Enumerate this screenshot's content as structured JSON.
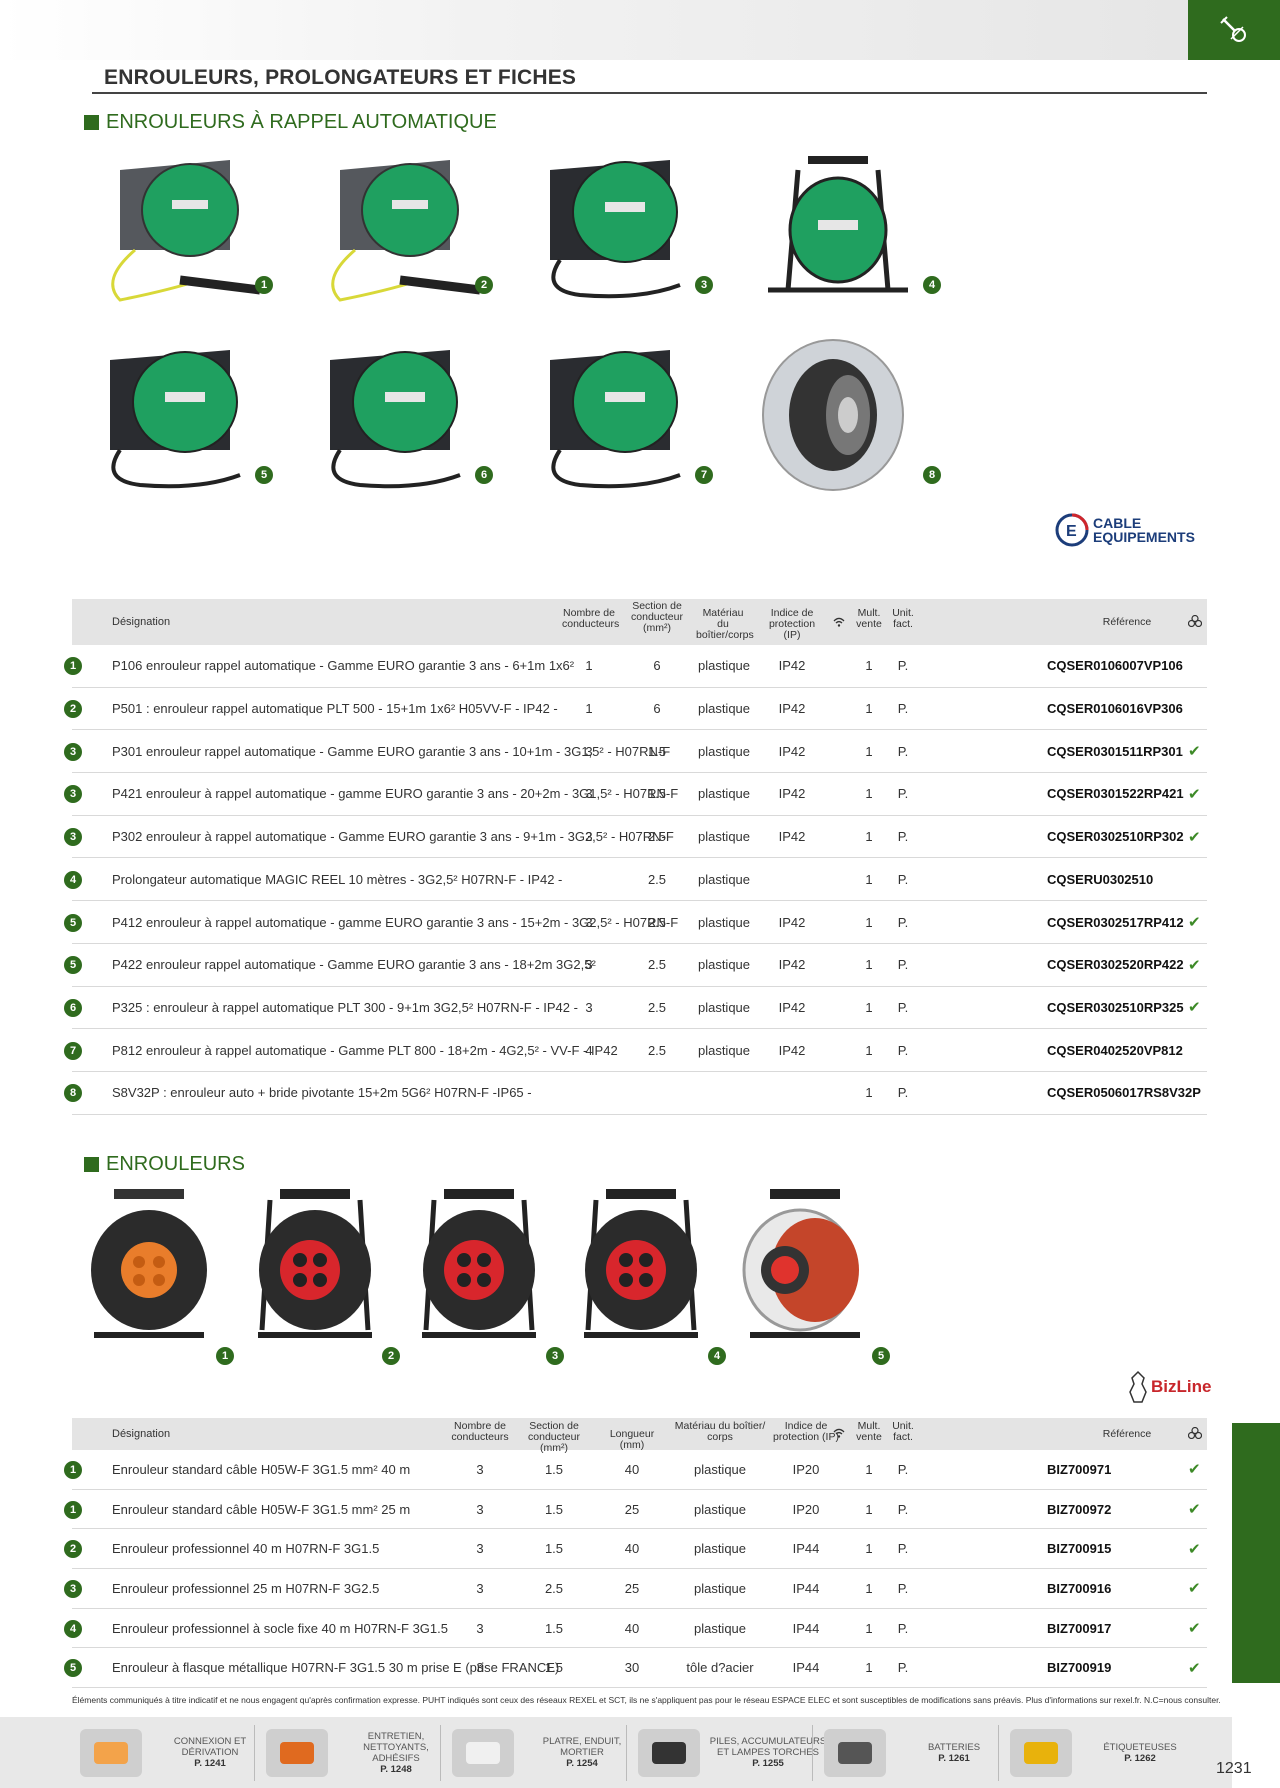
{
  "page": {
    "title": "ENROULEURS, PROLONGATEURS ET FICHES",
    "number": "1231"
  },
  "section1": {
    "heading": "ENROULEURS À RAPPEL AUTOMATIQUE",
    "brand": {
      "line1": "CABLE",
      "line2": "EQUIPEMENTS"
    },
    "images": [
      {
        "num": "1",
        "icon": "reel-with-clamp-icon"
      },
      {
        "num": "2",
        "icon": "reel-with-clamp-icon"
      },
      {
        "num": "3",
        "icon": "reel-with-plug-icon"
      },
      {
        "num": "4",
        "icon": "reel-on-stand-icon"
      },
      {
        "num": "5",
        "icon": "reel-with-plug-icon"
      },
      {
        "num": "6",
        "icon": "reel-with-plug-icon"
      },
      {
        "num": "7",
        "icon": "reel-with-plug-icon"
      },
      {
        "num": "8",
        "icon": "metal-reel-icon"
      }
    ],
    "headers": {
      "designation": "Désignation",
      "conducteurs": "Nombre de conducteurs",
      "section": "Section de conducteur (mm²)",
      "materiau": "Matériau du boîtier/corps",
      "indice": "Indice de protection (IP)",
      "mult": "Mult. vente",
      "unit": "Unit. fact.",
      "reference": "Référence"
    },
    "rows": [
      {
        "num": "1",
        "designation": "P106 enrouleur rappel automatique - Gamme EURO garantie 3 ans - 6+1m 1x6²",
        "conducteurs": "1",
        "section": "6",
        "materiau": "plastique",
        "indice": "IP42",
        "mult": "1",
        "unit": "P.",
        "reference": "CQSER0106007VP106",
        "check": ""
      },
      {
        "num": "2",
        "designation": "P501 : enrouleur rappel automatique PLT 500 - 15+1m 1x6² H05VV-F - IP42 -",
        "conducteurs": "1",
        "section": "6",
        "materiau": "plastique",
        "indice": "IP42",
        "mult": "1",
        "unit": "P.",
        "reference": "CQSER0106016VP306",
        "check": ""
      },
      {
        "num": "3",
        "designation": "P301 enrouleur rappel automatique - Gamme EURO garantie 3 ans - 10+1m - 3G1,5² - H07RN-F",
        "conducteurs": "3",
        "section": "1.5",
        "materiau": "plastique",
        "indice": "IP42",
        "mult": "1",
        "unit": "P.",
        "reference": "CQSER0301511RP301",
        "check": "✔"
      },
      {
        "num": "3",
        "designation": "P421 enrouleur à rappel automatique - gamme EURO garantie 3 ans - 20+2m - 3G1,5² - H07RN-F",
        "conducteurs": "3",
        "section": "1.5",
        "materiau": "plastique",
        "indice": "IP42",
        "mult": "1",
        "unit": "P.",
        "reference": "CQSER0301522RP421",
        "check": "✔"
      },
      {
        "num": "3",
        "designation": "P302 enrouleur à rappel automatique - Gamme EURO garantie 3 ans - 9+1m - 3G2,5² - H07RN-F",
        "conducteurs": "3",
        "section": "2.5",
        "materiau": "plastique",
        "indice": "IP42",
        "mult": "1",
        "unit": "P.",
        "reference": "CQSER0302510RP302",
        "check": "✔"
      },
      {
        "num": "4",
        "designation": "Prolongateur automatique MAGIC REEL 10 mètres - 3G2,5² H07RN-F - IP42 -",
        "conducteurs": "",
        "section": "2.5",
        "materiau": "plastique",
        "indice": "",
        "mult": "1",
        "unit": "P.",
        "reference": "CQSERU0302510",
        "check": ""
      },
      {
        "num": "5",
        "designation": "P412 enrouleur à rappel automatique - gamme EURO garantie 3 ans - 15+2m - 3G2,5² - H07RN-F",
        "conducteurs": "3",
        "section": "2.5",
        "materiau": "plastique",
        "indice": "IP42",
        "mult": "1",
        "unit": "P.",
        "reference": "CQSER0302517RP412",
        "check": "✔"
      },
      {
        "num": "5",
        "designation": "P422 enrouleur rappel automatique - Gamme EURO garantie 3 ans - 18+2m 3G2,5²",
        "conducteurs": "3",
        "section": "2.5",
        "materiau": "plastique",
        "indice": "IP42",
        "mult": "1",
        "unit": "P.",
        "reference": "CQSER0302520RP422",
        "check": "✔"
      },
      {
        "num": "6",
        "designation": "P325 : enrouleur à rappel automatique PLT 300 - 9+1m 3G2,5² H07RN-F - IP42 -",
        "conducteurs": "3",
        "section": "2.5",
        "materiau": "plastique",
        "indice": "IP42",
        "mult": "1",
        "unit": "P.",
        "reference": "CQSER0302510RP325",
        "check": "✔"
      },
      {
        "num": "7",
        "designation": "P812 enrouleur à rappel automatique - Gamme PLT 800 - 18+2m - 4G2,5² - VV-F - IP42",
        "conducteurs": "4",
        "section": "2.5",
        "materiau": "plastique",
        "indice": "IP42",
        "mult": "1",
        "unit": "P.",
        "reference": "CQSER0402520VP812",
        "check": ""
      },
      {
        "num": "8",
        "designation": "S8V32P : enrouleur auto + bride pivotante 15+2m 5G6² H07RN-F -IP65 -",
        "conducteurs": "",
        "section": "",
        "materiau": "",
        "indice": "",
        "mult": "1",
        "unit": "P.",
        "reference": "CQSER0506017RS8V32P",
        "check": ""
      }
    ]
  },
  "section2": {
    "heading": "ENROULEURS",
    "brand": {
      "name": "BizLine"
    },
    "images": [
      {
        "num": "1",
        "icon": "orange-socket-reel-icon"
      },
      {
        "num": "2",
        "icon": "red-socket-reel-icon"
      },
      {
        "num": "3",
        "icon": "red-socket-reel-icon"
      },
      {
        "num": "4",
        "icon": "red-socket-reel-icon"
      },
      {
        "num": "5",
        "icon": "metal-flange-reel-icon"
      }
    ],
    "headers": {
      "designation": "Désignation",
      "conducteurs": "Nombre de conducteurs",
      "section": "Section de conducteur (mm²)",
      "longueur": "Longueur (mm)",
      "materiau": "Matériau du boîtier/ corps",
      "indice": "Indice de protection (IP)",
      "mult": "Mult. vente",
      "unit": "Unit. fact.",
      "reference": "Référence"
    },
    "rows": [
      {
        "num": "1",
        "designation": "Enrouleur standard câble H05W-F 3G1.5 mm² 40 m",
        "conducteurs": "3",
        "section": "1.5",
        "longueur": "40",
        "materiau": "plastique",
        "indice": "IP20",
        "mult": "1",
        "unit": "P.",
        "reference": "BIZ700971",
        "check": "✔"
      },
      {
        "num": "1",
        "designation": "Enrouleur standard câble H05W-F 3G1.5 mm² 25 m",
        "conducteurs": "3",
        "section": "1.5",
        "longueur": "25",
        "materiau": "plastique",
        "indice": "IP20",
        "mult": "1",
        "unit": "P.",
        "reference": "BIZ700972",
        "check": "✔"
      },
      {
        "num": "2",
        "designation": "Enrouleur professionnel 40 m H07RN-F 3G1.5",
        "conducteurs": "3",
        "section": "1.5",
        "longueur": "40",
        "materiau": "plastique",
        "indice": "IP44",
        "mult": "1",
        "unit": "P.",
        "reference": "BIZ700915",
        "check": "✔"
      },
      {
        "num": "3",
        "designation": "Enrouleur professionnel 25 m H07RN-F 3G2.5",
        "conducteurs": "3",
        "section": "2.5",
        "longueur": "25",
        "materiau": "plastique",
        "indice": "IP44",
        "mult": "1",
        "unit": "P.",
        "reference": "BIZ700916",
        "check": "✔"
      },
      {
        "num": "4",
        "designation": "Enrouleur professionnel à socle fixe 40 m H07RN-F 3G1.5",
        "conducteurs": "3",
        "section": "1.5",
        "longueur": "40",
        "materiau": "plastique",
        "indice": "IP44",
        "mult": "1",
        "unit": "P.",
        "reference": "BIZ700917",
        "check": "✔"
      },
      {
        "num": "5",
        "designation": "Enrouleur à flasque métallique H07RN-F 3G1.5 30 m prise E (prise FRANCE)",
        "conducteurs": "3",
        "section": "1.5",
        "longueur": "30",
        "materiau": "tôle d?acier",
        "indice": "IP44",
        "mult": "1",
        "unit": "P.",
        "reference": "BIZ700919",
        "check": "✔"
      }
    ]
  },
  "disclaimer": "Éléments communiqués à titre indicatif et ne nous engagent qu'après confirmation expresse. PUHT indiqués sont ceux des réseaux REXEL et SCT, ils ne s'appliquent pas pour le réseau ESPACE ELEC et sont susceptibles de modifications sans préavis. Plus d'informations sur rexel.fr. N.C=nous consulter.",
  "footer": [
    {
      "l1": "CONNEXION ET DÉRIVATION",
      "l2": "",
      "page": "P. 1241",
      "icon": "connector-icon"
    },
    {
      "l1": "ENTRETIEN, NETTOYANTS,",
      "l2": "ADHÉSIFS",
      "page": "P. 1248",
      "icon": "tape-icon"
    },
    {
      "l1": "PLATRE, ENDUIT, MORTIER",
      "l2": "",
      "page": "P. 1254",
      "icon": "bucket-icon"
    },
    {
      "l1": "PILES, ACCUMULATEURS",
      "l2": "ET LAMPES TORCHES",
      "page": "P. 1255",
      "icon": "flashlight-icon"
    },
    {
      "l1": "BATTERIES",
      "l2": "",
      "page": "P. 1261",
      "icon": "battery-icon"
    },
    {
      "l1": "ÉTIQUETEUSES",
      "l2": "",
      "page": "P. 1262",
      "icon": "label-printer-icon"
    }
  ]
}
